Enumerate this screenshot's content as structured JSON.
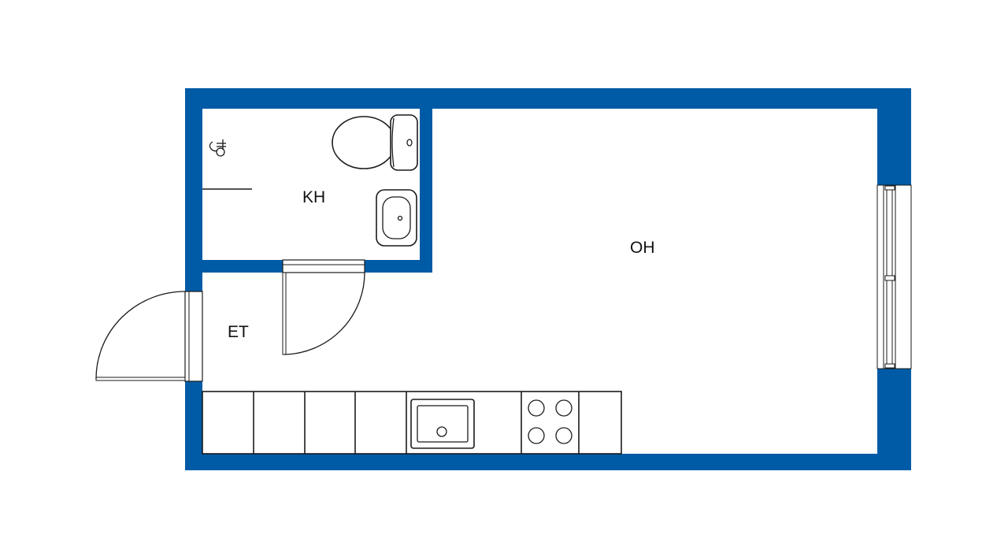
{
  "colors": {
    "wall": "#005ba6",
    "background": "#ffffff",
    "fixture_stroke": "#1a1a1a"
  },
  "rooms": [
    {
      "id": "kh",
      "label": "KH"
    },
    {
      "id": "oh",
      "label": "OH"
    },
    {
      "id": "et",
      "label": "ET"
    }
  ],
  "icons": [
    "shower-icon",
    "toilet-icon",
    "washbasin-icon",
    "kitchen-sink-icon",
    "stove-icon",
    "door-icon",
    "window-icon"
  ]
}
